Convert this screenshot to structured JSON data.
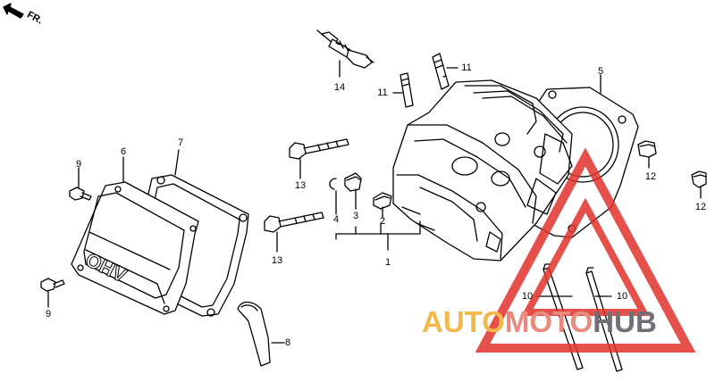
{
  "direction_label": "FR.",
  "parts": [
    {
      "id": "p1",
      "label": "1"
    },
    {
      "id": "p2",
      "label": "2"
    },
    {
      "id": "p3",
      "label": "3"
    },
    {
      "id": "p4",
      "label": "4"
    },
    {
      "id": "p5",
      "label": "5"
    },
    {
      "id": "p6",
      "label": "6"
    },
    {
      "id": "p7",
      "label": "7"
    },
    {
      "id": "p8",
      "label": "8"
    },
    {
      "id": "p9a",
      "label": "9"
    },
    {
      "id": "p9b",
      "label": "9"
    },
    {
      "id": "p10a",
      "label": "10"
    },
    {
      "id": "p10b",
      "label": "10"
    },
    {
      "id": "p11a",
      "label": "11"
    },
    {
      "id": "p11b",
      "label": "11"
    },
    {
      "id": "p12a",
      "label": "12"
    },
    {
      "id": "p12b",
      "label": "12"
    },
    {
      "id": "p13a",
      "label": "13"
    },
    {
      "id": "p13b",
      "label": "13"
    },
    {
      "id": "p14",
      "label": "14"
    }
  ],
  "cover_embossed_text": "OHV",
  "watermark": {
    "part1": "AUTO",
    "part2": "MOTO",
    "part3": "HUB",
    "colors": {
      "auto": "#f2b84a",
      "moto": "#e88a7d",
      "hub": "#6f7076",
      "triangle": "#e2322b"
    }
  }
}
